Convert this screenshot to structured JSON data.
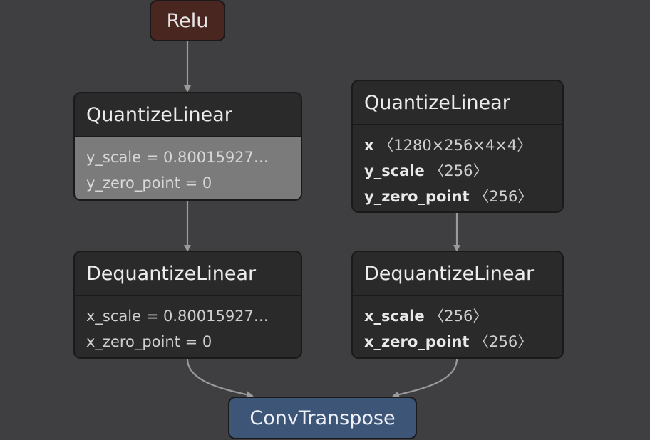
{
  "relu": {
    "label": "Relu"
  },
  "quantize_left": {
    "title": "QuantizeLinear",
    "attrs": [
      "y_scale = 0.80015927…",
      "y_zero_point = 0"
    ]
  },
  "dequantize_left": {
    "title": "DequantizeLinear",
    "attrs": [
      "x_scale = 0.80015927…",
      "x_zero_point = 0"
    ]
  },
  "quantize_right": {
    "title": "QuantizeLinear",
    "inputs": [
      {
        "name": "x",
        "shape": "〈1280×256×4×4〉"
      },
      {
        "name": "y_scale",
        "shape": "〈256〉"
      },
      {
        "name": "y_zero_point",
        "shape": "〈256〉"
      }
    ]
  },
  "dequantize_right": {
    "title": "DequantizeLinear",
    "inputs": [
      {
        "name": "x_scale",
        "shape": "〈256〉"
      },
      {
        "name": "x_zero_point",
        "shape": "〈256〉"
      }
    ]
  },
  "conv": {
    "label": "ConvTranspose"
  },
  "colors": {
    "background": "#3f3f41",
    "relu": "#4a2620",
    "conv": "#3d5577",
    "node": "#2a2a2a",
    "highlight": "#7b7b7b",
    "edge": "#9a9a9a"
  }
}
